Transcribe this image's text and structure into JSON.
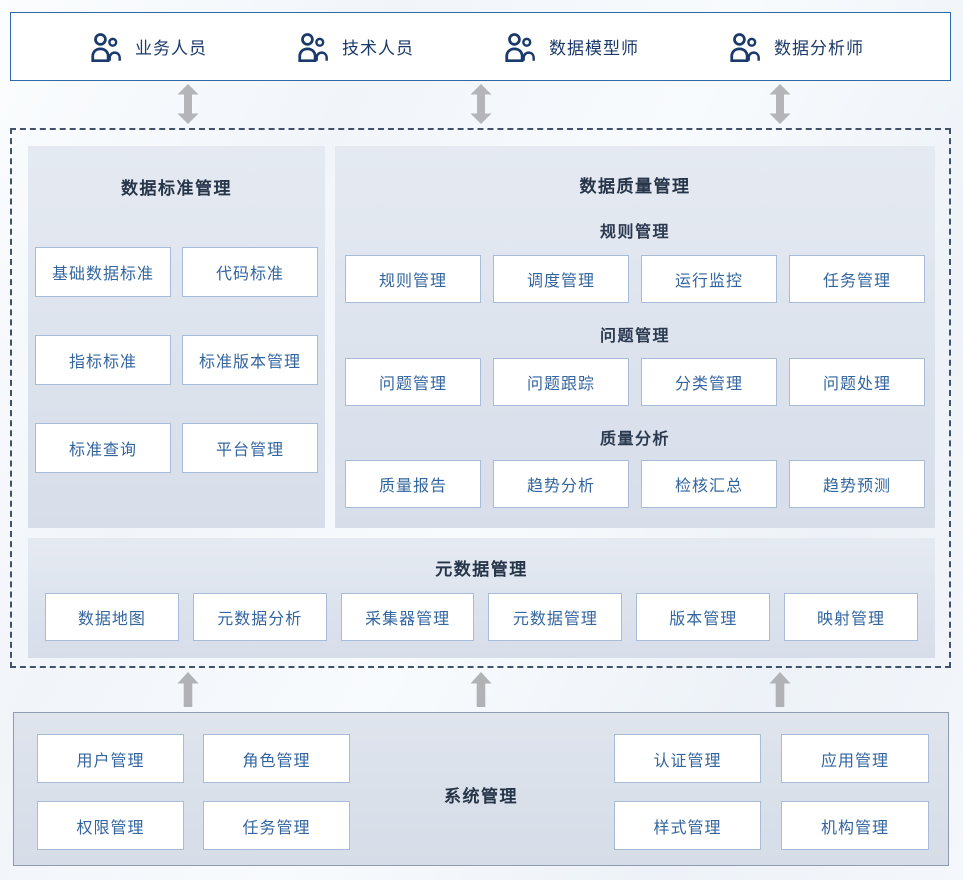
{
  "palette": {
    "top_bar_border": "#2e6aa8",
    "icon_navy": "#1a3a6b",
    "panel_bg": "#dde3ed",
    "button_border": "#a6bcd8",
    "button_text": "#33659f",
    "title_text": "#273549",
    "dashed_border": "#42526b",
    "arrow_gray": "#b3b5b8"
  },
  "roles": {
    "items": [
      {
        "label": "业务人员",
        "icon": "users-icon"
      },
      {
        "label": "技术人员",
        "icon": "users-icon"
      },
      {
        "label": "数据模型师",
        "icon": "users-icon"
      },
      {
        "label": "数据分析师",
        "icon": "users-icon"
      }
    ]
  },
  "standard_panel": {
    "title": "数据标准管理",
    "buttons": [
      "基础数据标准",
      "代码标准",
      "指标标准",
      "标准版本管理",
      "标准查询",
      "平台管理"
    ]
  },
  "quality_panel": {
    "title": "数据质量管理",
    "sections": [
      {
        "label": "规则管理",
        "buttons": [
          "规则管理",
          "调度管理",
          "运行监控",
          "任务管理"
        ]
      },
      {
        "label": "问题管理",
        "buttons": [
          "问题管理",
          "问题跟踪",
          "分类管理",
          "问题处理"
        ]
      },
      {
        "label": "质量分析",
        "buttons": [
          "质量报告",
          "趋势分析",
          "检核汇总",
          "趋势预测"
        ]
      }
    ]
  },
  "metadata_panel": {
    "title": "元数据管理",
    "buttons": [
      "数据地图",
      "元数据分析",
      "采集器管理",
      "元数据管理",
      "版本管理",
      "映射管理"
    ]
  },
  "system_panel": {
    "title": "系统管理",
    "left_buttons": [
      "用户管理",
      "角色管理",
      "权限管理",
      "任务管理"
    ],
    "right_buttons": [
      "认证管理",
      "应用管理",
      "样式管理",
      "机构管理"
    ]
  }
}
